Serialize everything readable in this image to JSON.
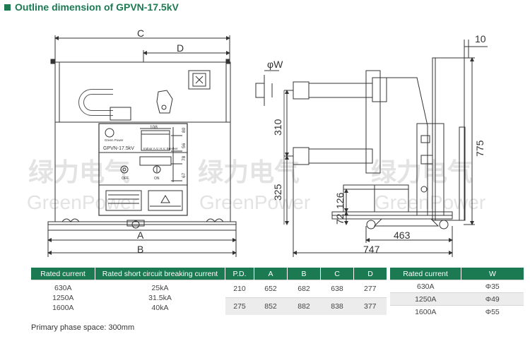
{
  "title": "Outline dimension of GPVN-17.5kV",
  "watermark": {
    "cn": "绿力电气",
    "en": "GreenPower"
  },
  "drawing_labels": {
    "C": "C",
    "D": "D",
    "A": "A",
    "B": "B",
    "phiW": "φW",
    "d10": "10",
    "d310": "310",
    "d775": "775",
    "d325": "325",
    "d126": "126",
    "d72": "72",
    "d463": "463",
    "d747": "747",
    "d108": "108",
    "d80": "80",
    "d56": "56",
    "d78": "78",
    "d67": "67",
    "panel_model": "GPVN-17.5kV",
    "panel_brand": "Green Power",
    "panel_sub": "Indoor A.V. H.V. Breaker",
    "off": "OFF",
    "on": "ON"
  },
  "table1": {
    "headers": [
      "Rated current",
      "Rated short circuit breaking current",
      "P.D.",
      "A",
      "B",
      "C",
      "D"
    ],
    "currents": [
      "630A",
      "1250A",
      "1600A"
    ],
    "breaking": [
      "25kA",
      "31.5kA",
      "40kA"
    ],
    "rows": [
      {
        "pd": "210",
        "a": "652",
        "b": "682",
        "c": "638",
        "d": "277"
      },
      {
        "pd": "275",
        "a": "852",
        "b": "882",
        "c": "838",
        "d": "377"
      }
    ]
  },
  "table2": {
    "headers": [
      "Rated current",
      "W"
    ],
    "rows": [
      {
        "current": "630A",
        "w": "Φ35"
      },
      {
        "current": "1250A",
        "w": "Φ49"
      },
      {
        "current": "1600A",
        "w": "Φ55"
      }
    ]
  },
  "footnote": "Primary phase space: 300mm",
  "colors": {
    "accent": "#1b7a52",
    "line": "#333333",
    "shade": "#ececec"
  }
}
